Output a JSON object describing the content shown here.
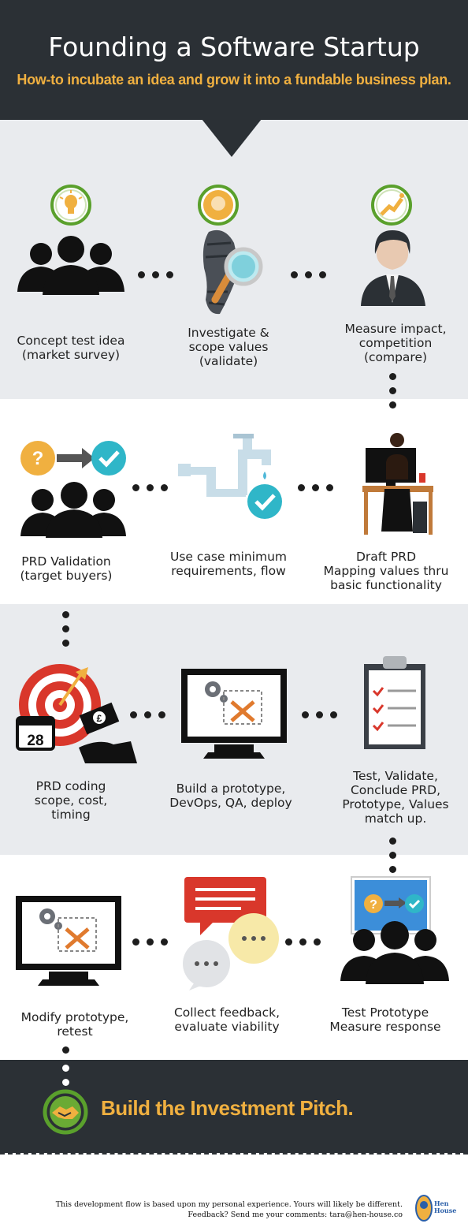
{
  "header": {
    "title": "Founding a Software Startup",
    "subtitle": "How-to incubate an idea and grow it into a fundable business plan."
  },
  "colors": {
    "dark": "#2b3035",
    "gold": "#f0b040",
    "teal": "#2fb6c8",
    "green": "#5aa02c",
    "red": "#d9372b",
    "light_band": "#e9ebee"
  },
  "steps": [
    {
      "label": "Concept test idea\n(market survey)",
      "icon": "people-with-lightbulb-icon"
    },
    {
      "label": "Investigate &\nscope values\n(validate)",
      "icon": "footprint-magnifier-icon"
    },
    {
      "label": "Measure impact,\ncompetition\n(compare)",
      "icon": "businessman-growth-icon"
    },
    {
      "label": "PRD Validation\n(target buyers)",
      "icon": "question-to-check-people-icon"
    },
    {
      "label": "Use case minimum\nrequirements, flow",
      "icon": "faucet-pipe-check-icon"
    },
    {
      "label": "Draft PRD\nMapping values thru\nbasic functionality",
      "icon": "woman-at-desk-icon"
    },
    {
      "label": "PRD coding\nscope, cost,\ntiming",
      "icon": "target-calendar-money-icon"
    },
    {
      "label": "Build a prototype,\nDevOps, QA, deploy",
      "icon": "monitor-tools-icon"
    },
    {
      "label": "Test, Validate,\nConclude PRD,\nPrototype, Values\nmatch up.",
      "icon": "clipboard-checklist-icon"
    },
    {
      "label": "Modify prototype,\nretest",
      "icon": "monitor-tools-icon"
    },
    {
      "label": "Collect feedback,\nevaluate viability",
      "icon": "speech-bubbles-icon"
    },
    {
      "label": "Test Prototype\nMeasure response",
      "icon": "audience-screen-icon"
    }
  ],
  "calendar_day": "28",
  "money_symbol": "£",
  "pitch": {
    "label": "Build the Investment Pitch.",
    "icon": "handshake-icon"
  },
  "footer": {
    "note_line1": "This development flow is based upon my personal experience. Yours will likely be different.",
    "note_line2": "Feedback? Send me your comments:  tara@hen-house.co",
    "logo_text": "Hen House"
  }
}
